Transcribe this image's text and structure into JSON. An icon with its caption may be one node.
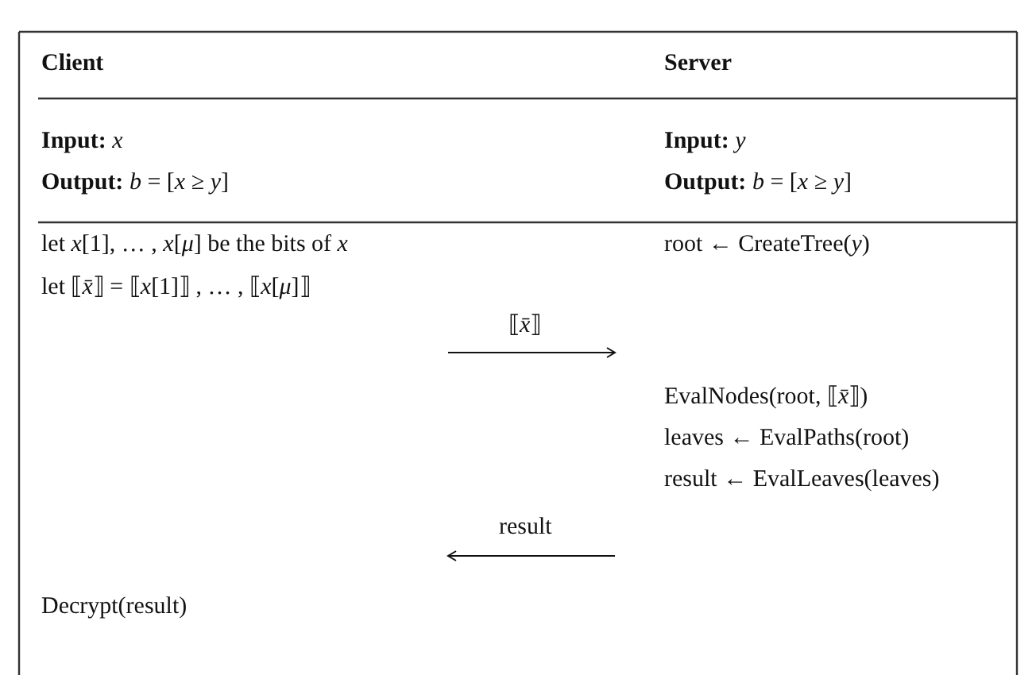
{
  "diagram": {
    "labels": [
      "**Client**",
      "**Server**",
      "**Input:** *x*",
      "**Input:** *y*",
      "**Output:** *b* = [*x* ≥ *y*]",
      "**Output:** *b* = [*x* ≥ *y*]",
      "let *x*[1], … , *x*[*μ*] be the bits of *x*",
      "root ← CreateTree(*y*)",
      "let ⟦*x̄*⟧ = ⟦*x*[1]⟧ , … , ⟦*x*[*μ*]⟧",
      "⟦*x̄*⟧",
      "EvalNodes(root, ⟦*x̄*⟧)",
      "leaves ← EvalPaths(root)",
      "result ← EvalLeaves(leaves)",
      "result",
      "Decrypt(result)"
    ]
  }
}
